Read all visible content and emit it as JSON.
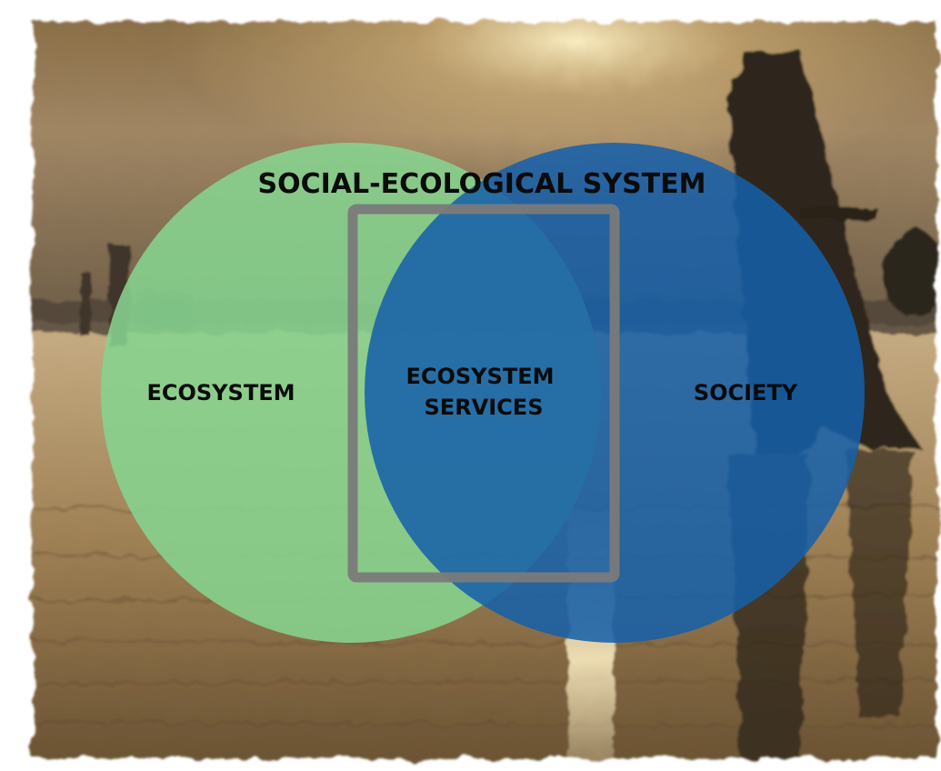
{
  "diagram": {
    "title": "SOCIAL-ECOLOGICAL SYSTEM",
    "left_circle_label": "ECOSYSTEM",
    "right_circle_label": "SOCIETY",
    "overlap_label_line1": "ECOSYSTEM",
    "overlap_label_line2": "SERVICES"
  },
  "colors": {
    "ecosystem_circle": "#86d48f",
    "society_circle": "#1560aa",
    "overlap_frame": "#7a7a7a",
    "label_text": "#0b0b0b"
  },
  "background": {
    "scene": "sunset-lagoon-photo"
  }
}
